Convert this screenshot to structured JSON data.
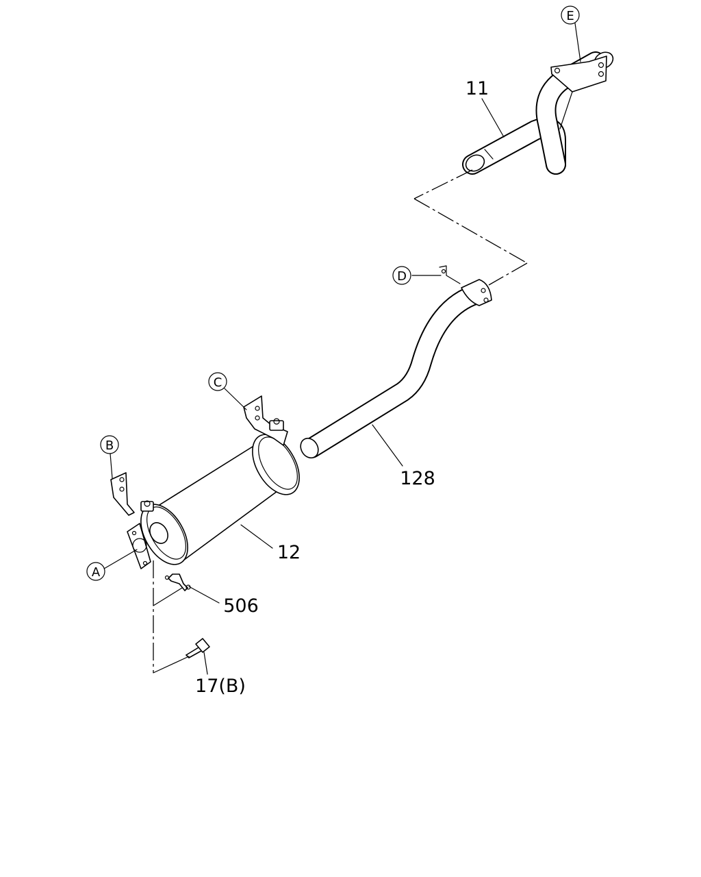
{
  "parts": [
    {
      "number": "11"
    },
    {
      "number": "128"
    },
    {
      "number": "12"
    },
    {
      "number": "506"
    },
    {
      "number": "17(B)"
    }
  ],
  "callouts": [
    {
      "letter": "A"
    },
    {
      "letter": "B"
    },
    {
      "letter": "C"
    },
    {
      "letter": "D"
    },
    {
      "letter": "E"
    }
  ]
}
